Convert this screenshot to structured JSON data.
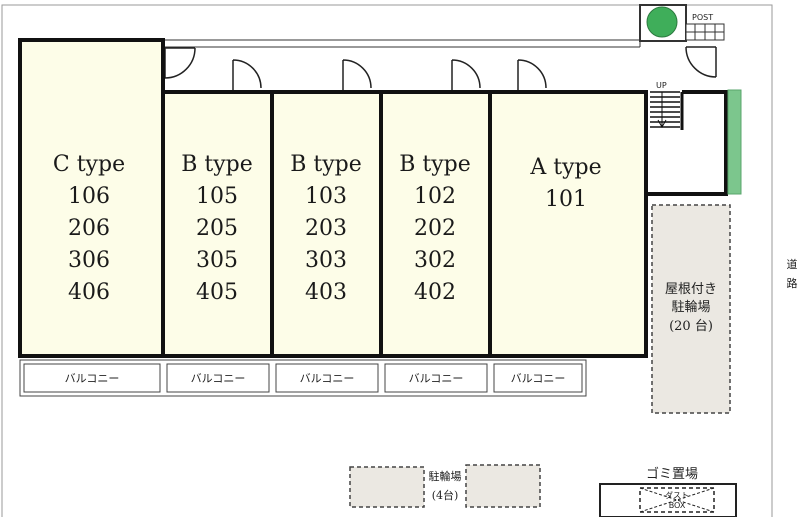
{
  "units": [
    {
      "type": "C type",
      "rooms": [
        "106",
        "206",
        "306",
        "406"
      ]
    },
    {
      "type": "B type",
      "rooms": [
        "105",
        "205",
        "305",
        "405"
      ]
    },
    {
      "type": "B type",
      "rooms": [
        "103",
        "203",
        "303",
        "403"
      ]
    },
    {
      "type": "B type",
      "rooms": [
        "102",
        "202",
        "302",
        "402"
      ]
    },
    {
      "type": "A type",
      "rooms": [
        "101"
      ]
    }
  ],
  "balcony_label": "バルコニー",
  "post_label": "POST",
  "stairs_label": "UP",
  "bicycle_covered": {
    "line1": "屋根付き",
    "line2": "駐輪場",
    "line3": "(20 台)"
  },
  "bicycle_small": {
    "line1": "駐輪場",
    "line2": "(4台)"
  },
  "garbage": {
    "title": "ゴミ置場",
    "box_line1": "ダスト",
    "box_line2": "BOX"
  },
  "road_label": {
    "char1": "道",
    "char2": "路"
  },
  "colors": {
    "unit_fill": "#fdfde8",
    "parking_fill": "#ebe8e2",
    "tree": "#3fae5a",
    "hedge": "#7cc68d"
  }
}
